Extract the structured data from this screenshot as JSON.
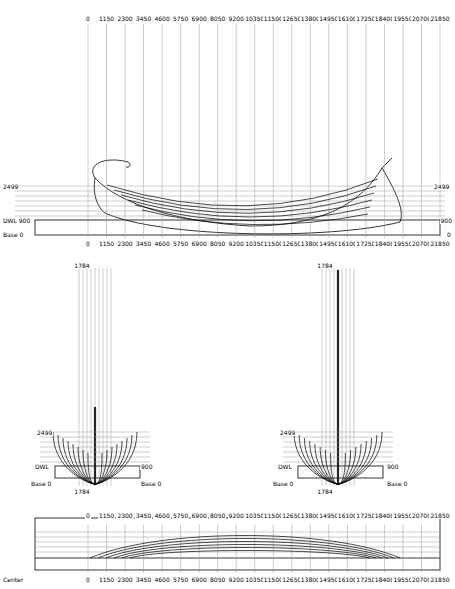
{
  "diagram": {
    "labels": [
      "0",
      "1150",
      "2300",
      "3450",
      "4600",
      "5750",
      "6900",
      "8050",
      "9200",
      "10350",
      "11500",
      "12650",
      "13800",
      "14950",
      "16100",
      "17250",
      "18400",
      "19550",
      "20700",
      "21850",
      "0",
      "1150",
      "2300",
      "3450",
      "4600",
      "5750",
      "6900",
      "8050",
      "9200",
      "10350",
      "11500",
      "12650",
      "13800",
      "14950",
      "16100",
      "17250",
      "18400",
      "19550",
      "20700",
      "21850",
      "0",
      "1150",
      "2300",
      "3450",
      "4600",
      "5750",
      "6900",
      "8050",
      "9200",
      "10350",
      "11500",
      "12650",
      "13800",
      "14950",
      "16100",
      "17250",
      "18400",
      "19550",
      "20700",
      "21850",
      "0",
      "1150",
      "2300",
      "3450",
      "4600",
      "5750",
      "6900",
      "8050",
      "9200",
      "10350",
      "11500",
      "12650",
      "13800",
      "14950",
      "16100",
      "17250",
      "18400",
      "19550",
      "20700",
      "21850",
      "2499",
      "DWL 900",
      "Base 0",
      "2499",
      "900",
      "0",
      "1784",
      "2499",
      "DWL",
      "Base 0",
      "900",
      "Base 0",
      "1784",
      "1784",
      "2499",
      "DWL",
      "Base 0",
      "900",
      "Base 0",
      "1784",
      "Center"
    ]
  }
}
